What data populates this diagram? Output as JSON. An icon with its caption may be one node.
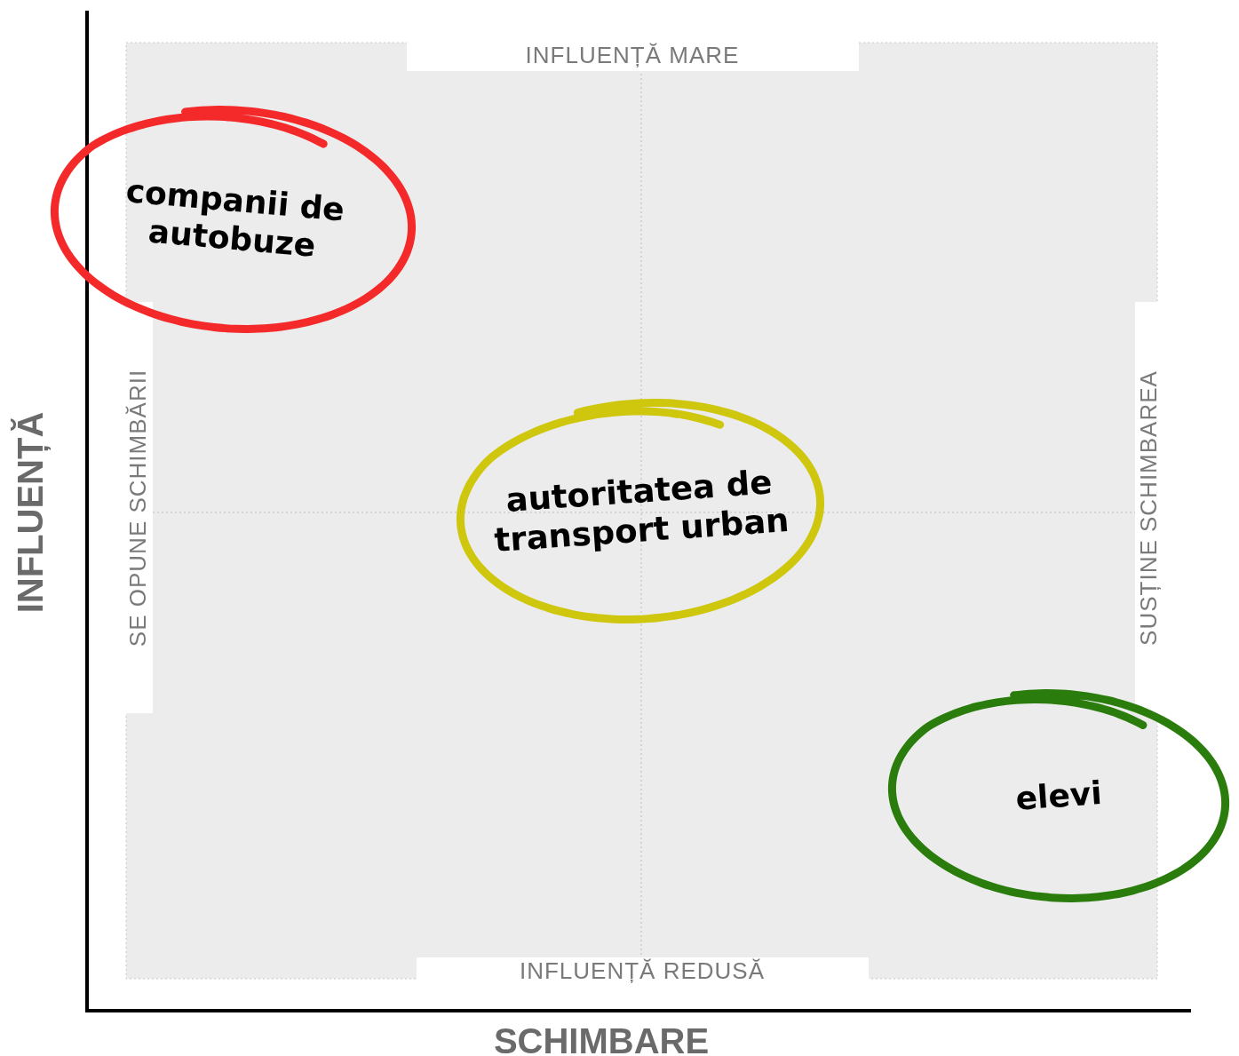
{
  "diagram": {
    "nodes": [
      {
        "text": [
          "companii de autobuze"
        ]
      },
      {
        "text": [
          "autoritatea de transport urban"
        ]
      },
      {
        "text": [
          "elevi"
        ]
      }
    ],
    "edges": [],
    "labels": [
      "INFLUENȚĂ MARE",
      "SE OPUNE SCHIMBĂRII",
      "SUSȚINE SCHIMBAREA",
      "INFLUENȚĂ REDUSĂ",
      "INFLUENȚĂ",
      "SCHIMBARE"
    ]
  }
}
